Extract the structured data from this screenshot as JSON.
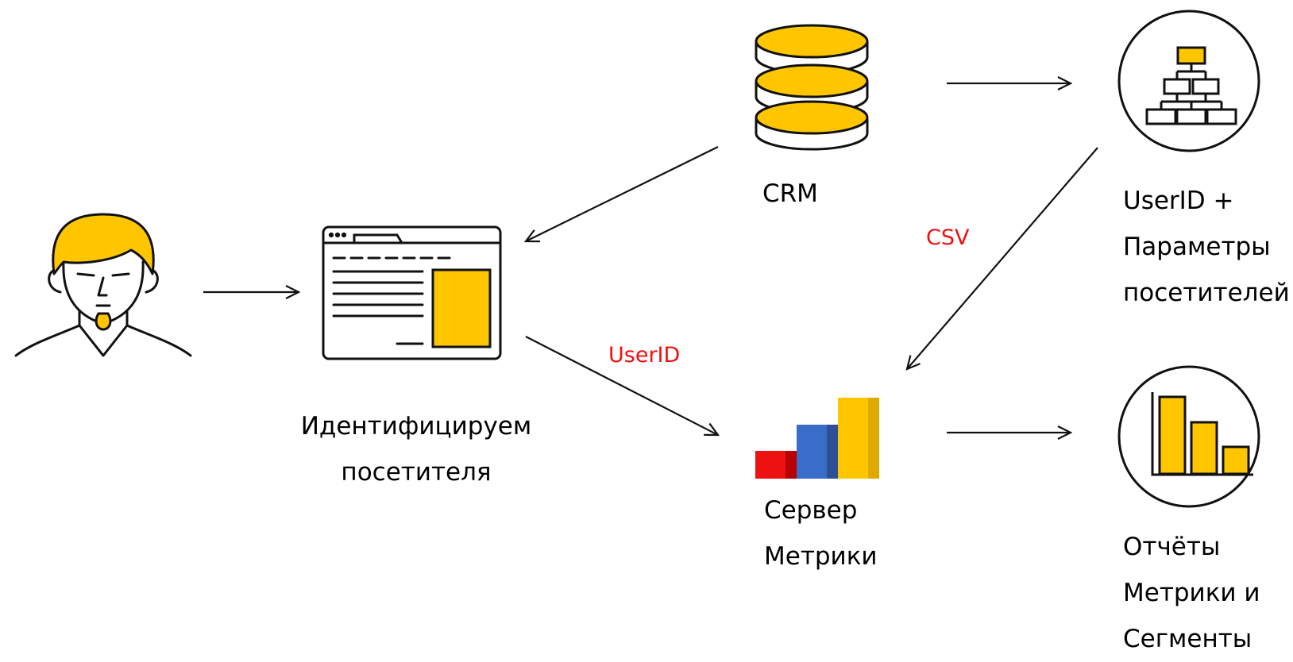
{
  "colors": {
    "yellow": "#ffc600",
    "ink": "#111111",
    "red": "#ee1111",
    "blue": "#3a6cc9",
    "dark_blue": "#2e4f93",
    "dark_red": "#b80000",
    "dark_yellow": "#e0a900"
  },
  "icons": {
    "visitor": "person-icon",
    "website": "browser-window-icon",
    "crm": "database-icon",
    "params": "hierarchy-icon",
    "server": "bar-chart-logo-icon",
    "reports": "bar-chart-icon"
  },
  "labels": {
    "website": [
      "Идентифицируем",
      "посетителя"
    ],
    "crm": "CRM",
    "params": [
      "UserID +",
      "Параметры",
      "посетителей"
    ],
    "server": [
      "Сервер",
      "Метрики"
    ],
    "reports": [
      "Отчёты",
      "Метрики и",
      "Сегменты"
    ]
  },
  "edges": {
    "userid": "UserID",
    "csv": "CSV"
  }
}
